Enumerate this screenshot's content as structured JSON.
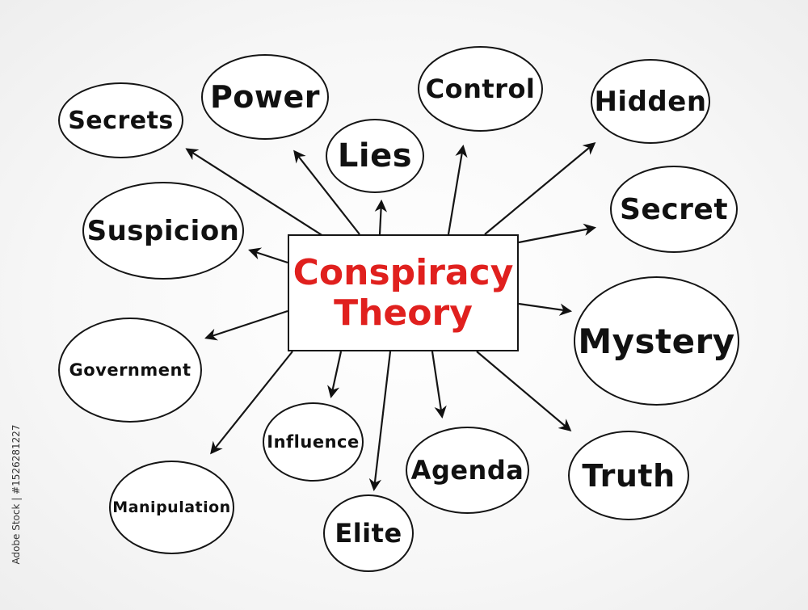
{
  "center": {
    "line1": "Conspiracy",
    "line2": "Theory",
    "color": "#e0201e"
  },
  "nodes": {
    "secrets": "Secrets",
    "power": "Power",
    "lies": "Lies",
    "control": "Control",
    "hidden": "Hidden",
    "suspicion": "Suspicion",
    "secret": "Secret",
    "mystery": "Mystery",
    "government": "Government",
    "influence": "Influence",
    "agenda": "Agenda",
    "truth": "Truth",
    "manipulation": "Manipulation",
    "elite": "Elite"
  },
  "watermark": "Adobe Stock | #1526281227"
}
